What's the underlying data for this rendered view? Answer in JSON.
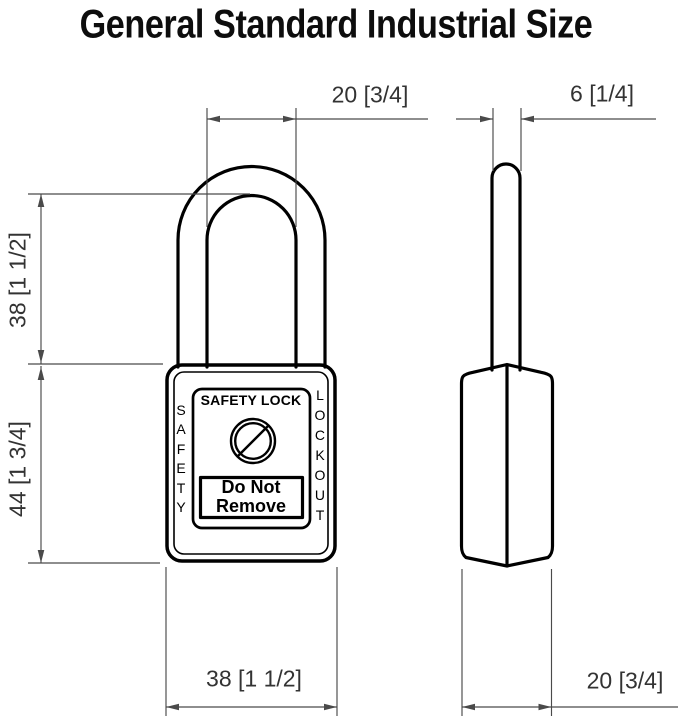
{
  "title": "General Standard Industrial Size",
  "views": {
    "front": {
      "panel_header": "SAFETY LOCK",
      "warning_line1": "Do Not",
      "warning_line2": "Remove",
      "left_vertical_label": "SAFETY",
      "right_vertical_label": "LOCKOUT"
    }
  },
  "dimensions": {
    "shackle_inner_width": "20 [3/4]",
    "shackle_diameter": "6 [1/4]",
    "shackle_clearance_height": "38 [1 1/2]",
    "body_height": "44 [1 3/4]",
    "body_width": "38 [1 1/2]",
    "body_depth": "20 [3/4]"
  },
  "colors": {
    "outline": "#000000",
    "dimension": "#4a4a4a",
    "background": "#ffffff",
    "text": "#111111"
  }
}
